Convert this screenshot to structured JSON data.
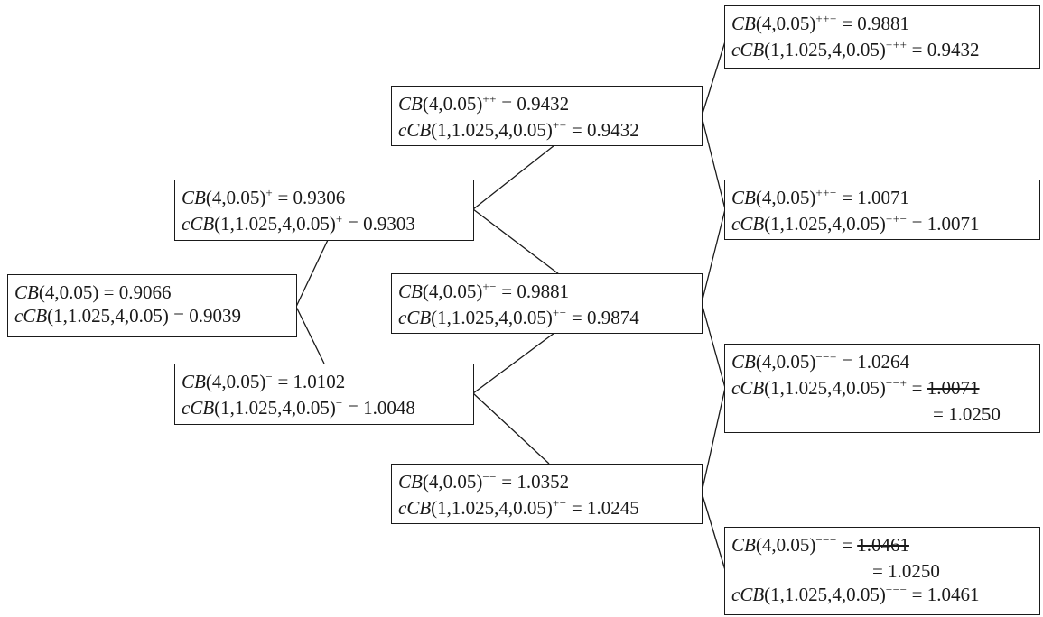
{
  "nodes": {
    "root": {
      "l1": {
        "fn": "CB",
        "args": "(4,0.05)",
        "sup": "",
        "val": "0.9066"
      },
      "l2": {
        "pre": "c",
        "fn": "CB",
        "args": "(1,1.025,4,0.05)",
        "sup": "",
        "val": "0.9039"
      }
    },
    "up": {
      "l1": {
        "fn": "CB",
        "args": "(4,0.05)",
        "sup": "+",
        "val": "0.9306"
      },
      "l2": {
        "pre": "c",
        "fn": "CB",
        "args": "(1,1.025,4,0.05)",
        "sup": "+",
        "val": "0.9303"
      }
    },
    "down": {
      "l1": {
        "fn": "CB",
        "args": "(4,0.05)",
        "sup": "−",
        "val": "1.0102"
      },
      "l2": {
        "pre": "c",
        "fn": "CB",
        "args": "(1,1.025,4,0.05)",
        "sup": "−",
        "val": "1.0048"
      }
    },
    "uu": {
      "l1": {
        "fn": "CB",
        "args": "(4,0.05)",
        "sup": "++",
        "val": "0.9432"
      },
      "l2": {
        "pre": "c",
        "fn": "CB",
        "args": "(1,1.025,4,0.05)",
        "sup": "++",
        "val": "0.9432"
      }
    },
    "ud": {
      "l1": {
        "fn": "CB",
        "args": "(4,0.05)",
        "sup": "+−",
        "val": "0.9881"
      },
      "l2": {
        "pre": "c",
        "fn": "CB",
        "args": "(1,1.025,4,0.05)",
        "sup": "+−",
        "val": "0.9874"
      }
    },
    "dd": {
      "l1": {
        "fn": "CB",
        "args": "(4,0.05)",
        "sup": "−−",
        "val": "1.0352"
      },
      "l2": {
        "pre": "c",
        "fn": "CB",
        "args": "(1,1.025,4,0.05)",
        "sup": "+−",
        "val": "1.0245"
      }
    },
    "uuu": {
      "l1": {
        "fn": "CB",
        "args": "(4,0.05)",
        "sup": "+++",
        "val": "0.9881"
      },
      "l2": {
        "pre": "c",
        "fn": "CB",
        "args": "(1,1.025,4,0.05)",
        "sup": "+++",
        "val": "0.9432"
      }
    },
    "uud": {
      "l1": {
        "fn": "CB",
        "args": "(4,0.05)",
        "sup": "++−",
        "val": "1.0071"
      },
      "l2": {
        "pre": "c",
        "fn": "CB",
        "args": "(1,1.025,4,0.05)",
        "sup": "++−",
        "val": "1.0071"
      }
    },
    "ddu": {
      "l1": {
        "fn": "CB",
        "args": "(4,0.05)",
        "sup": "−−+",
        "val": "1.0264"
      },
      "l2": {
        "pre": "c",
        "fn": "CB",
        "args": "(1,1.025,4,0.05)",
        "sup": "−−+",
        "val_struck": "1.0071"
      },
      "l3": {
        "val": "1.0250"
      }
    },
    "ddd": {
      "l1": {
        "fn": "CB",
        "args": "(4,0.05)",
        "sup": "−−−",
        "val_struck": "1.0461"
      },
      "l2": {
        "val": "1.0250"
      },
      "l3": {
        "pre": "c",
        "fn": "CB",
        "args": "(1,1.025,4,0.05)",
        "sup": "−−−",
        "val": "1.0461"
      }
    }
  },
  "symbols": {
    "equals": "="
  }
}
